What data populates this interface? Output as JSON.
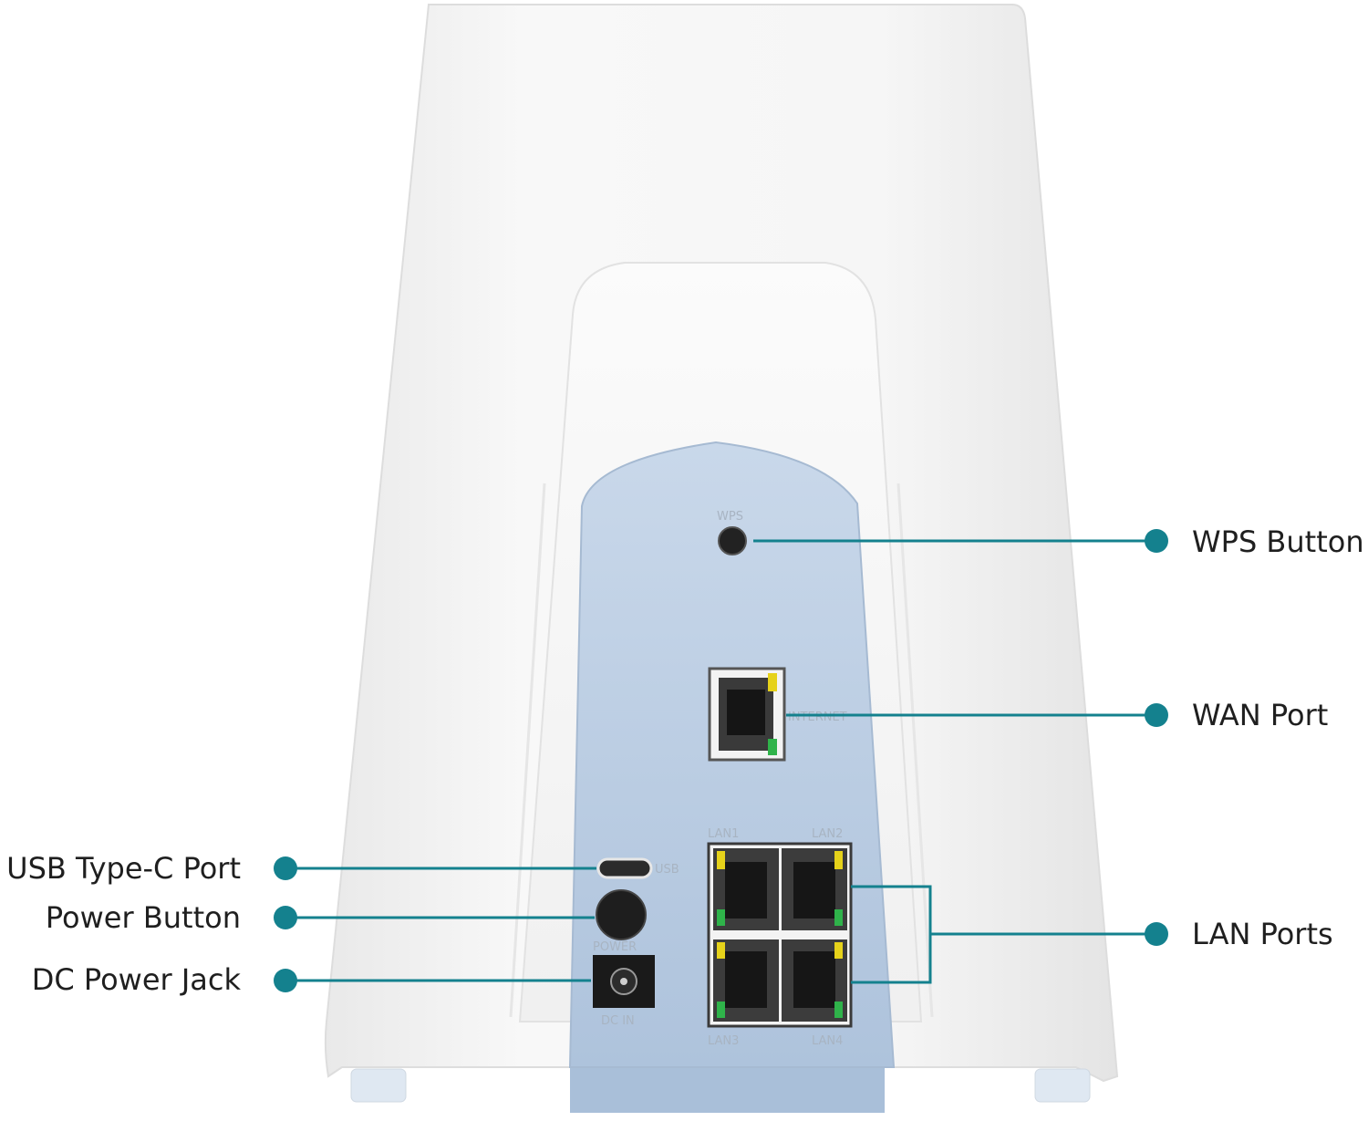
{
  "device": {
    "labels": {
      "wps": "WPS",
      "internet": "INTERNET",
      "usb": "USB",
      "power": "POWER",
      "dc_in": "DC IN",
      "lan1": "LAN1",
      "lan2": "LAN2",
      "lan3": "LAN3",
      "lan4": "LAN4"
    },
    "colors": {
      "body": "#f4f4f4",
      "back_panel": "#b9cbe0",
      "accent": "#14818e",
      "led_yellow": "#e6d21a",
      "led_green": "#2fb34a"
    }
  },
  "callouts": {
    "wps_button": "WPS Button",
    "wan_port": "WAN Port",
    "lan_ports": "LAN Ports",
    "usb_port": "USB Type-C Port",
    "power_button": "Power Button",
    "dc_jack": "DC Power Jack"
  }
}
